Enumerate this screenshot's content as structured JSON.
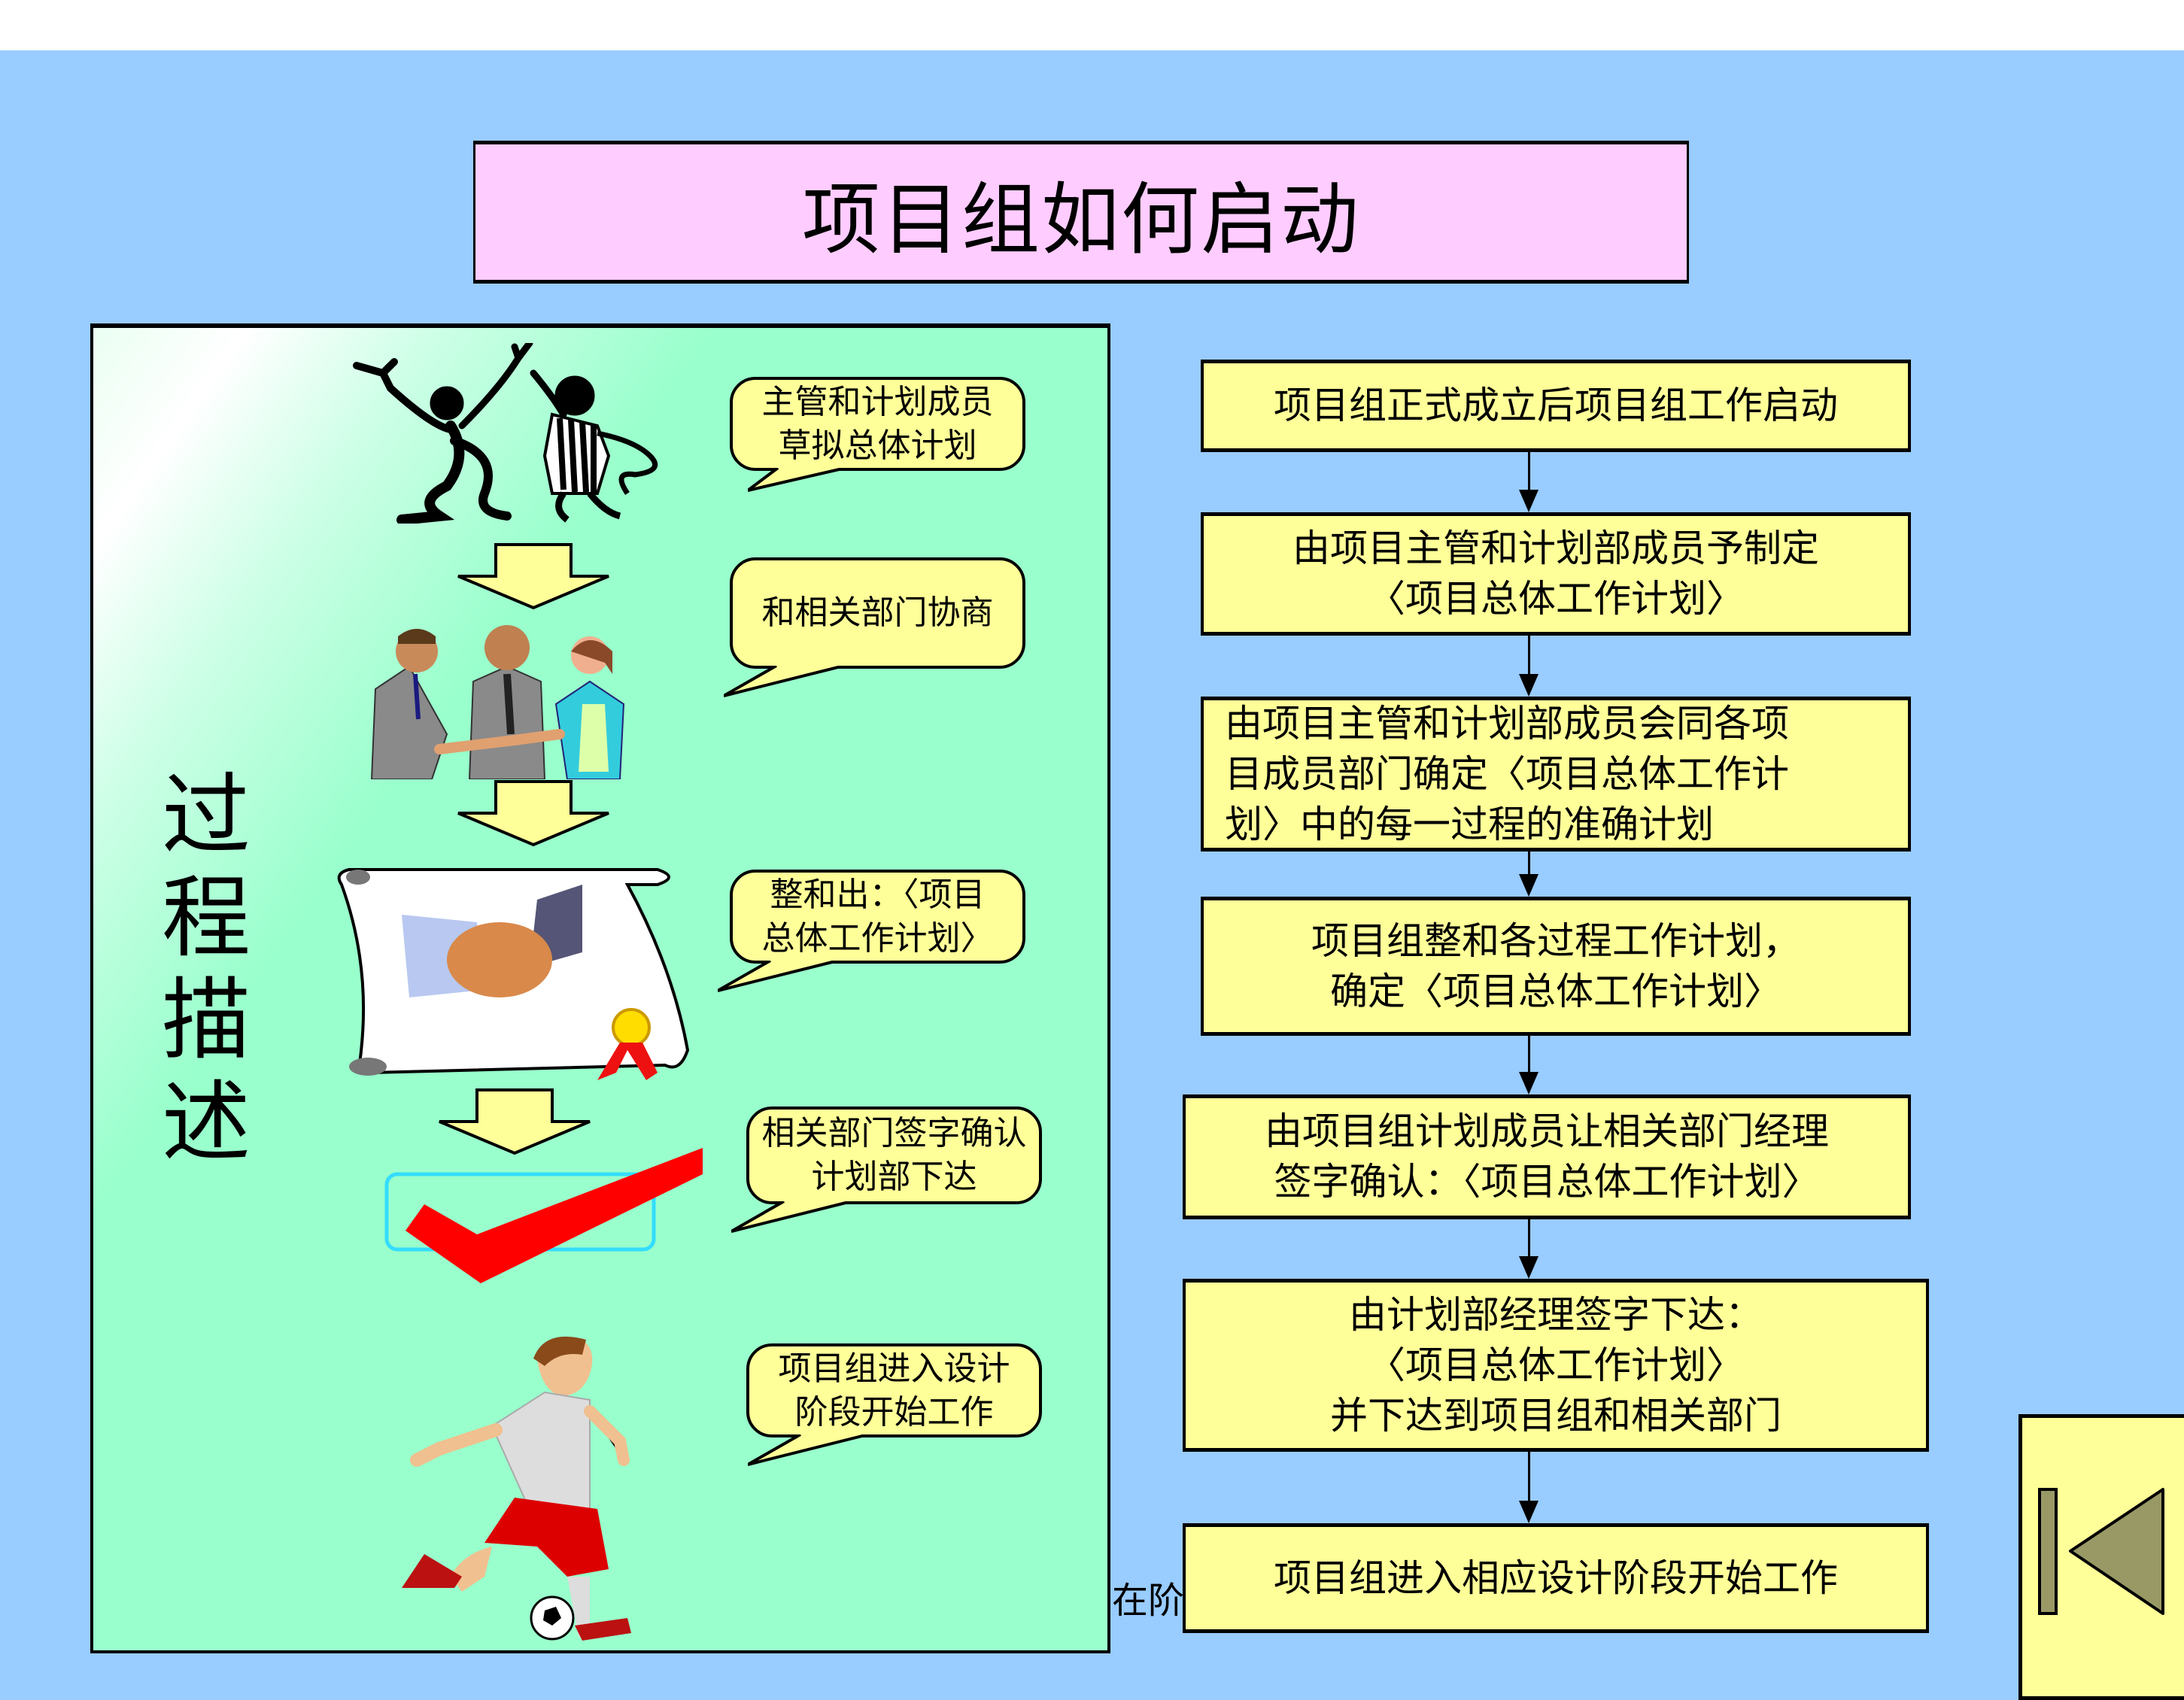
{
  "slide": {
    "title": "项目组如何启动",
    "colors": {
      "background": "#99ccff",
      "title_fill": "#ffccff",
      "panel_fill": "#99ffcc",
      "box_fill": "#ffff99",
      "nav_icon_fill": "#999966",
      "check_red": "#ff0000",
      "check_frame": "#33ddff"
    }
  },
  "left_panel": {
    "vertical_label": [
      "过",
      "程",
      "描",
      "述"
    ],
    "steps": [
      {
        "illustration": "two-celebrating-figures-clipart",
        "callout": "主管和计划成员\n草拟总体计划"
      },
      {
        "illustration": "three-people-handshake-clipart",
        "callout": "和相关部门协商"
      },
      {
        "illustration": "handshake-certificate-scroll-clipart",
        "callout": "整和出：〈项目\n总体工作计划〉"
      },
      {
        "illustration": "red-checkmark-clipart",
        "callout": "相关部门签字确认\n计划部下达"
      },
      {
        "illustration": "soccer-player-clipart",
        "callout": "项目组进入设计\n阶段开始工作"
      }
    ],
    "overflow_text": "在阶"
  },
  "flowchart": {
    "boxes": [
      {
        "text": "项目组正式成立后项目组工作启动"
      },
      {
        "text": "由项目主管和计划部成员予制定\n〈项目总体工作计划〉"
      },
      {
        "text": "由项目主管和计划部成员会同各项\n目成员部门确定〈项目总体工作计\n划〉中的每一过程的准确计划"
      },
      {
        "text": "项目组整和各过程工作计划，\n确定〈项目总体工作计划〉"
      },
      {
        "text": "由项目组计划成员让相关部门经理\n签字确认：〈项目总体工作计划〉"
      },
      {
        "text": "由计划部经理签字下达：\n〈项目总体工作计划〉\n并下达到项目组和相关部门"
      },
      {
        "text": "项目组进入相应设计阶段开始工作"
      }
    ]
  },
  "navigation": {
    "first_slide_button": "go-to-first-slide"
  }
}
